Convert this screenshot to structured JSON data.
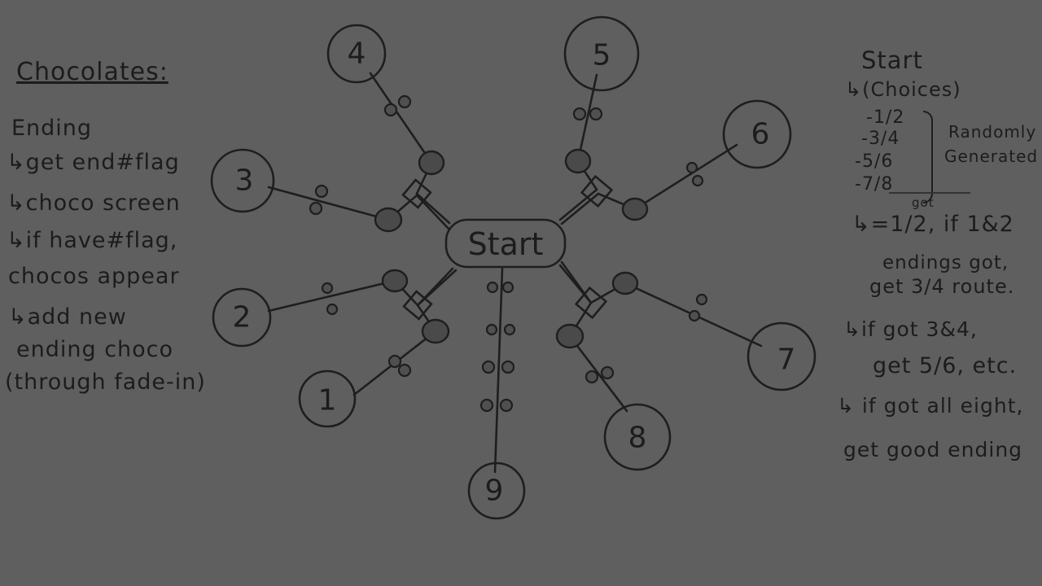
{
  "left_notes": {
    "title": "Chocolates:",
    "lines": [
      "Ending",
      "↳get end#flag",
      "↳choco screen",
      "↳if have#flag,",
      "chocos appear",
      "↳add new",
      "ending choco",
      "(through fade-in)"
    ]
  },
  "diagram": {
    "start_label": "Start",
    "nodes": [
      "1",
      "2",
      "3",
      "4",
      "5",
      "6",
      "7",
      "8",
      "9"
    ]
  },
  "right_notes": {
    "title": "Start",
    "choices_label": "↳(Choices)",
    "choices": [
      "-1/2",
      "-3/4",
      "-5/6",
      "-7/8"
    ],
    "bracket_note_1": "Randomly",
    "bracket_note_2": "Generated",
    "got_label": "got",
    "lines": [
      "↳=1/2, if 1&2",
      "endings got,",
      "get 3/4 route.",
      "↳if got 3&4,",
      "get 5/6, etc.",
      "↳ if got all eight,",
      "get good ending"
    ]
  }
}
